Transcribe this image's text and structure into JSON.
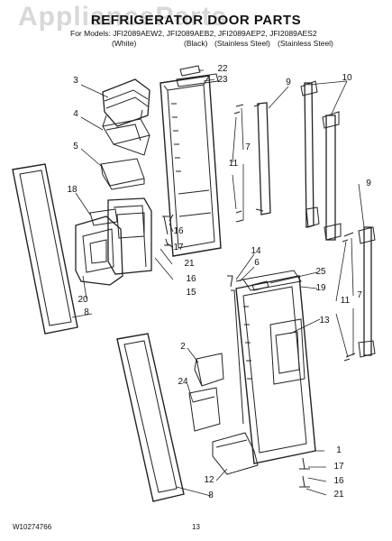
{
  "header": {
    "watermark": "ApplianceParts",
    "title": "REFRIGERATOR DOOR PARTS",
    "models_line": "For Models: JFI2089AEW2, JFI2089AEB2, JFI2089AEP2, JFI2089AES2",
    "variants": [
      "(White)",
      "(Black)",
      "(Stainless Steel)",
      "(Stainless Steel)"
    ]
  },
  "callouts": {
    "c1": "1",
    "c2": "2",
    "c3": "3",
    "c4": "4",
    "c5": "5",
    "c6": "6",
    "c7a": "7",
    "c7b": "7",
    "c8a": "8",
    "c8b": "8",
    "c9a": "9",
    "c9b": "9",
    "c10": "10",
    "c11a": "11",
    "c11b": "11",
    "c12": "12",
    "c13": "13",
    "c14": "14",
    "c15": "15",
    "c16a": "16",
    "c16b": "16",
    "c17a": "17",
    "c17b": "17",
    "c18": "18",
    "c19": "19",
    "c20": "20",
    "c21a": "21",
    "c21b": "21",
    "c22": "22",
    "c23": "23",
    "c24": "24",
    "c25": "25"
  },
  "footer": {
    "doc_number": "W10274766",
    "page_number": "13"
  }
}
